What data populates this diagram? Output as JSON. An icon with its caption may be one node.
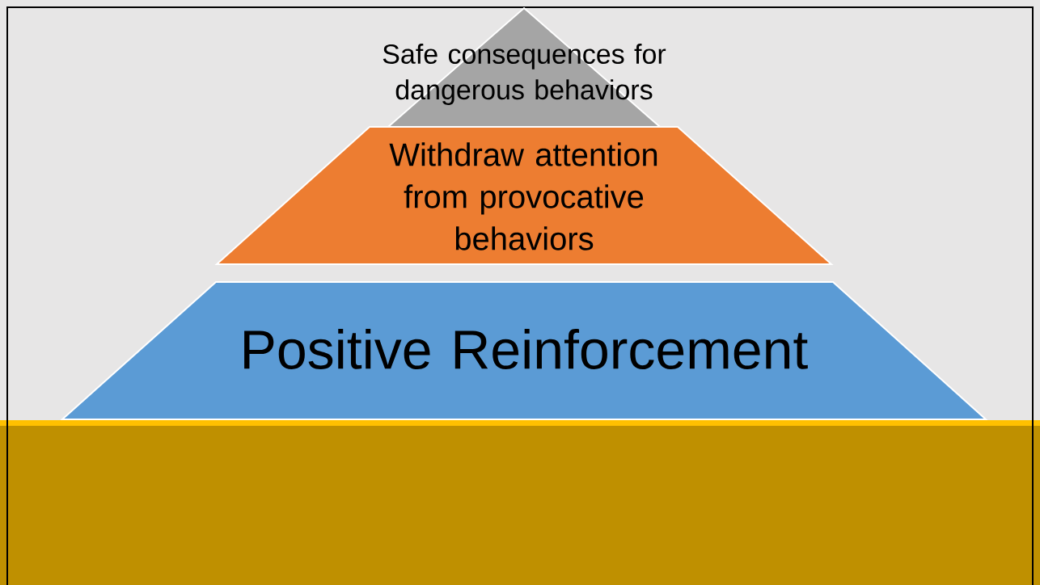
{
  "diagram": {
    "nodes": [
      {
        "text": [
          "Safe consequences for dangerous behaviors"
        ]
      },
      {
        "text": [
          "Withdraw attention from provocative behaviors"
        ]
      },
      {
        "text": [
          "Positive Reinforcement"
        ]
      }
    ]
  }
}
